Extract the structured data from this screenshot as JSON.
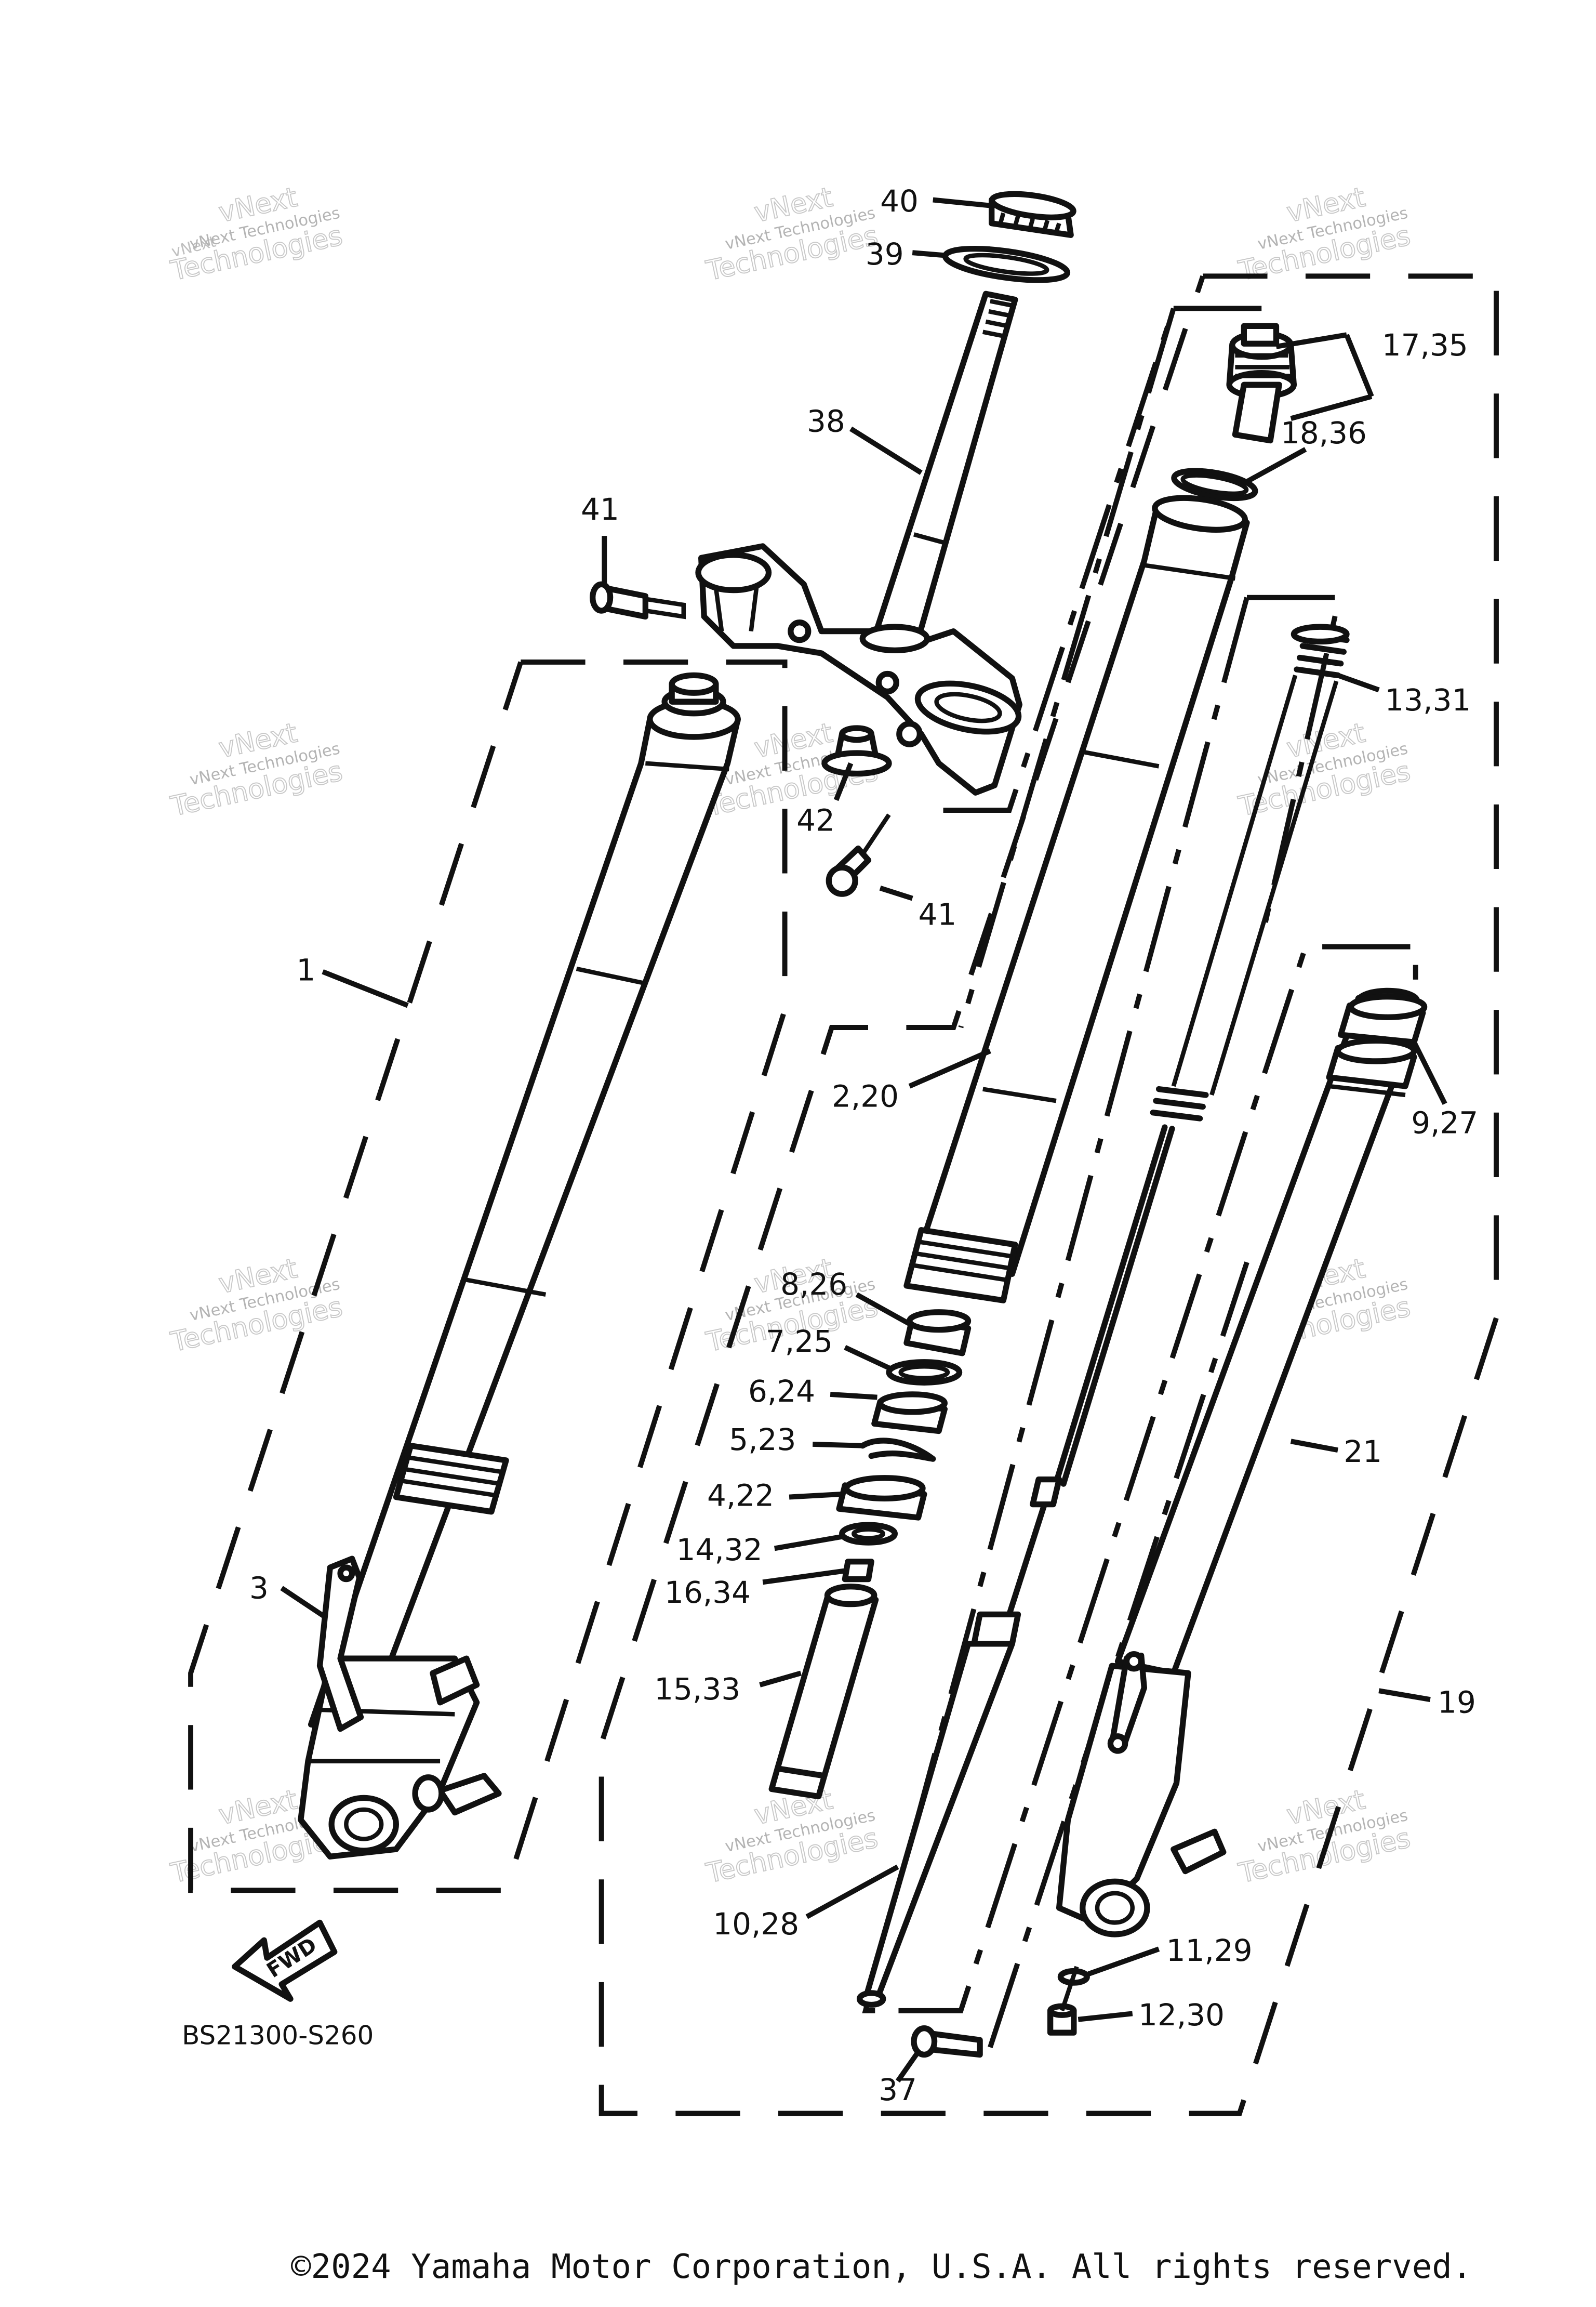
{
  "diagram": {
    "code": "BS21300-S260",
    "direction_label": "FWD",
    "watermark": {
      "line1": "vNext",
      "line2": "Technologies",
      "line3": "Technologies"
    },
    "callouts": [
      "40",
      "39",
      "38",
      "41",
      "41",
      "42",
      "1",
      "3",
      "2,20",
      "17,35",
      "18,36",
      "13,31",
      "9,27",
      "8,26",
      "7,25",
      "6,24",
      "5,23",
      "4,22",
      "14,32",
      "16,34",
      "15,33",
      "10,28",
      "21",
      "19",
      "11,29",
      "12,30",
      "37"
    ]
  },
  "footer": {
    "copyright": "©2024 Yamaha Motor Corporation, U.S.A. All rights reserved."
  }
}
